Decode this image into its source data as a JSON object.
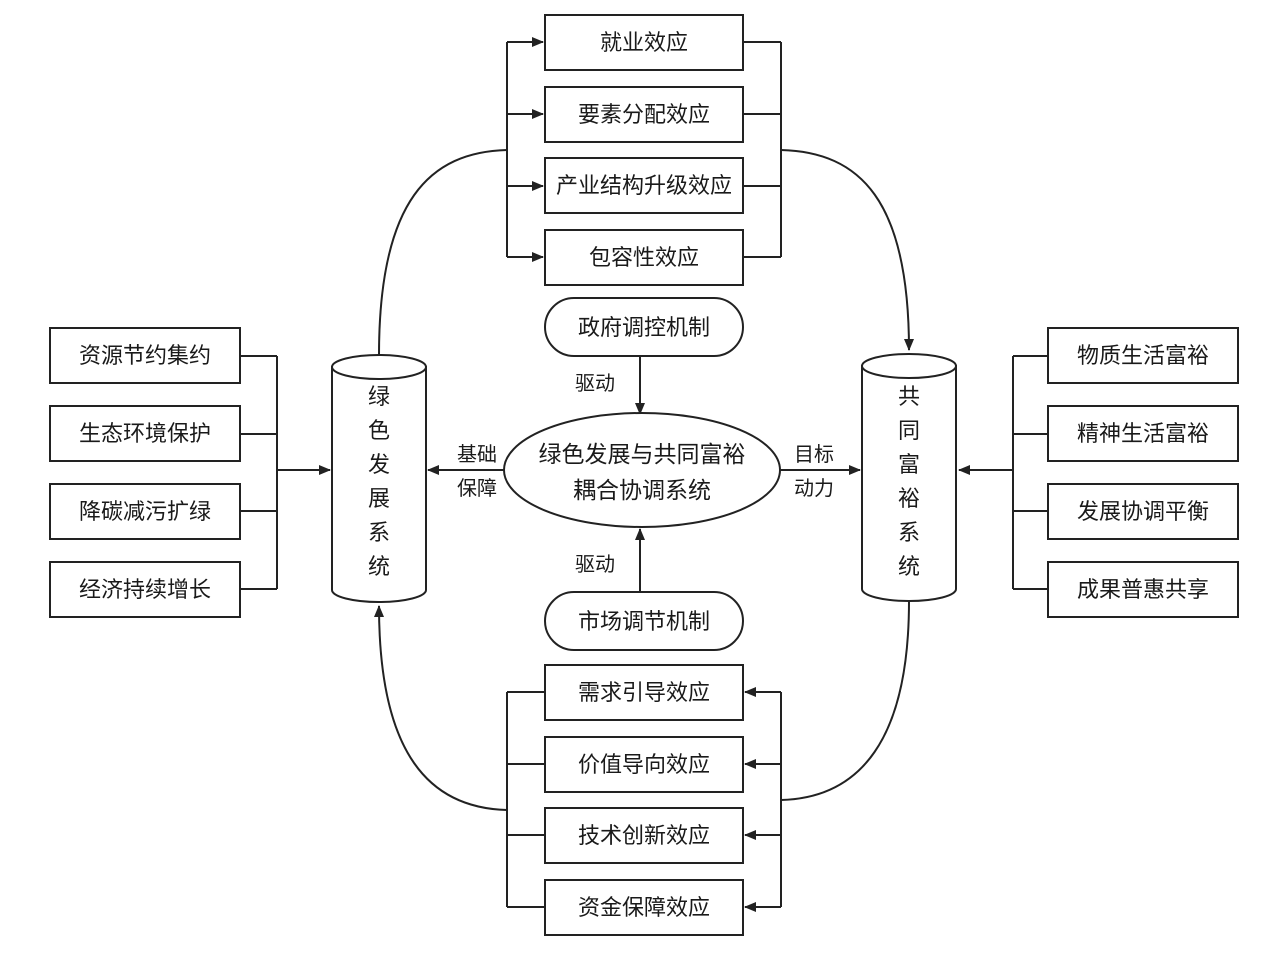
{
  "top_effects": [
    "就业效应",
    "要素分配效应",
    "产业结构升级效应",
    "包容性效应"
  ],
  "bottom_effects": [
    "需求引导效应",
    "价值导向效应",
    "技术创新效应",
    "资金保障效应"
  ],
  "left_factors": [
    "资源节约集约",
    "生态环境保护",
    "降碳减污扩绿",
    "经济持续增长"
  ],
  "right_factors": [
    "物质生活富裕",
    "精神生活富裕",
    "发展协调平衡",
    "成果普惠共享"
  ],
  "green_cylinder": [
    "绿",
    "色",
    "发",
    "展",
    "系",
    "统"
  ],
  "wealth_cylinder": [
    "共",
    "同",
    "富",
    "裕",
    "系",
    "统"
  ],
  "center": {
    "line1": "绿色发展与共同富裕",
    "line2": "耦合协调系统"
  },
  "gov_mechanism": "政府调控机制",
  "market_mechanism": "市场调节机制",
  "drive_top": "驱动",
  "drive_bottom": "驱动",
  "left_link": {
    "line1": "基础",
    "line2": "保障"
  },
  "right_link": {
    "line1": "目标",
    "line2": "动力"
  }
}
